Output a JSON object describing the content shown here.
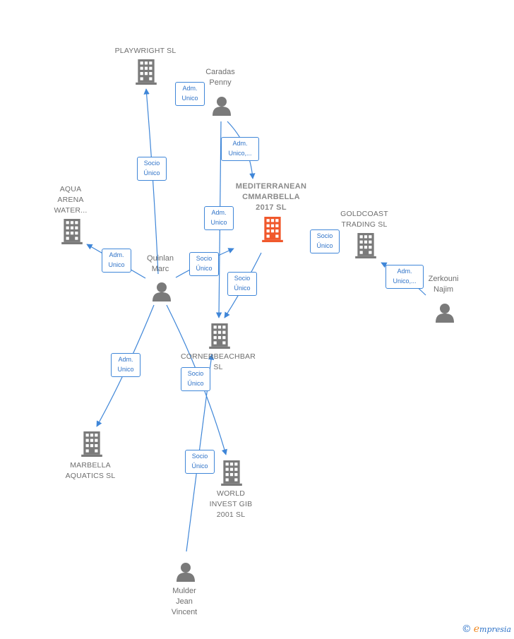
{
  "colors": {
    "edge": "#3f86d8",
    "node": "#7a7a7a",
    "focus": "#f0582c"
  },
  "nodes": [
    {
      "id": "playwright",
      "kind": "company",
      "label": "PLAYWRIGHT SL",
      "icon": "building-icon"
    },
    {
      "id": "aqua",
      "kind": "company",
      "label": "AQUA\nARENA\nWATER...",
      "icon": "building-icon"
    },
    {
      "id": "mediterranean",
      "kind": "focus",
      "label": "MEDITERRANEAN\nCMMARBELLA\n2017  SL",
      "icon": "building-icon"
    },
    {
      "id": "goldcoast",
      "kind": "company",
      "label": "GOLDCOAST\nTRADING  SL",
      "icon": "building-icon"
    },
    {
      "id": "cornerbeach",
      "kind": "company",
      "label": "CORNERBEACHBAR\nSL",
      "icon": "building-icon"
    },
    {
      "id": "marbella",
      "kind": "company",
      "label": "MARBELLA\nAQUATICS SL",
      "icon": "building-icon"
    },
    {
      "id": "worldinvest",
      "kind": "company",
      "label": "WORLD\nINVEST GIB\n2001  SL",
      "icon": "building-icon"
    },
    {
      "id": "caradas",
      "kind": "person",
      "label": "Caradas\nPenny",
      "icon": "person-icon"
    },
    {
      "id": "quinlan",
      "kind": "person",
      "label": "Quinlan\nMarc",
      "icon": "person-icon"
    },
    {
      "id": "zerkouni",
      "kind": "person",
      "label": "Zerkouni\nNajim",
      "icon": "person-icon"
    },
    {
      "id": "mulder",
      "kind": "person",
      "label": "Mulder\nJean\nVincent",
      "icon": "person-icon"
    }
  ],
  "edges": [
    {
      "id": "caradas-med",
      "label": "Adm.\nUnico,..."
    },
    {
      "id": "caradas-corner",
      "label": "Adm.\nUnico"
    },
    {
      "id": "caradas-side",
      "label": "Adm.\nUnico"
    },
    {
      "id": "quinlan-playwright",
      "label": "Socio\nÚnico"
    },
    {
      "id": "quinlan-aqua",
      "label": "Adm.\nUnico"
    },
    {
      "id": "quinlan-med",
      "label": "Socio\nÚnico"
    },
    {
      "id": "quinlan-marbella",
      "label": "Adm.\nUnico"
    },
    {
      "id": "quinlan-world",
      "label": "Socio\nÚnico"
    },
    {
      "id": "med-corner",
      "label": "Socio\nÚnico"
    },
    {
      "id": "zerkouni-goldcoast",
      "label": "Adm.\nUnico,..."
    },
    {
      "id": "goldcoast-side",
      "label": "Socio\nÚnico"
    },
    {
      "id": "mulder-corner",
      "label": "Socio\nÚnico"
    }
  ],
  "watermark": {
    "copyright": "©",
    "brand_initial": "e",
    "brand_rest": "mpresia"
  }
}
